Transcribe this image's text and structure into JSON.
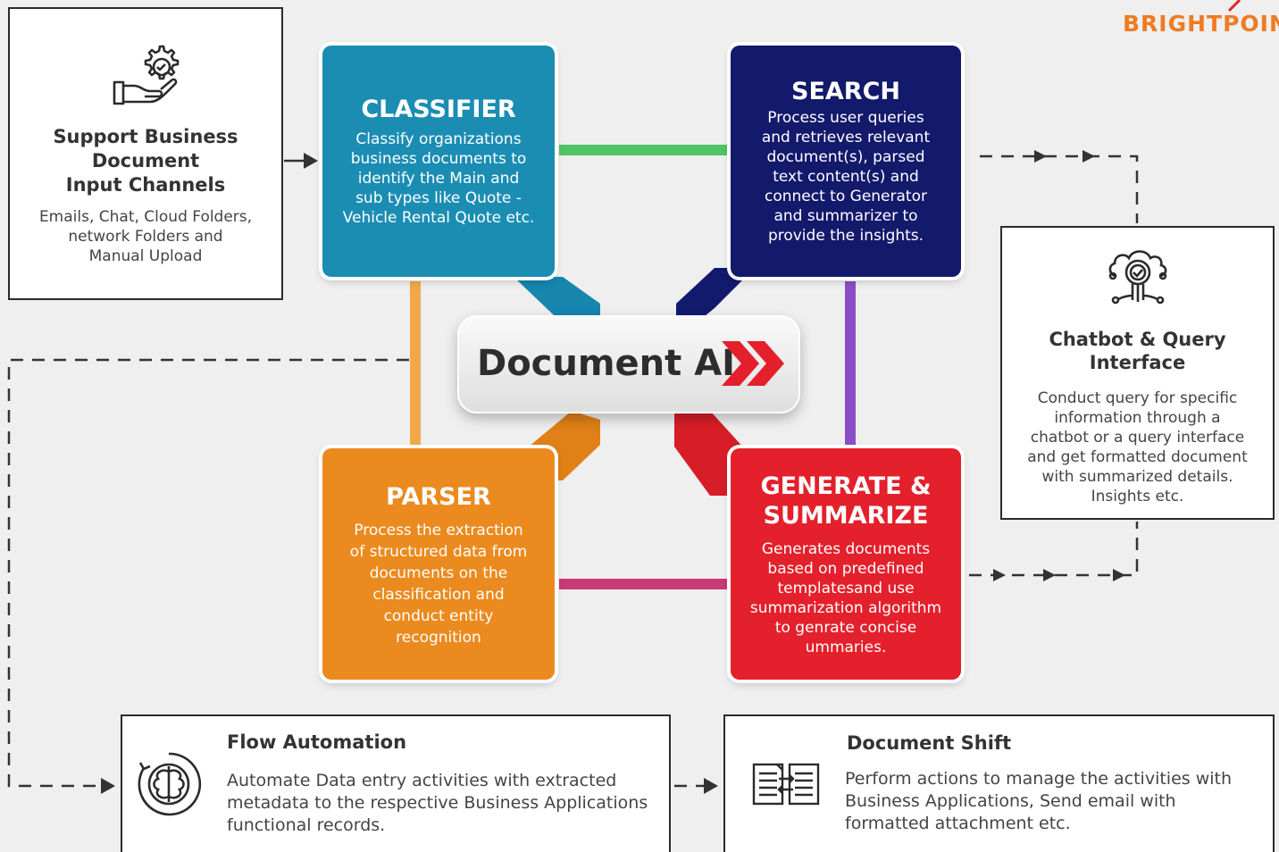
{
  "brand": "BRIGHTPOIN",
  "center": {
    "label": "Document AI"
  },
  "input_box": {
    "title_lines": [
      "Support Business",
      "Document",
      "Input Channels"
    ],
    "desc_lines": [
      "Emails, Chat, Cloud Folders,",
      "network Folders and",
      "Manual Upload"
    ]
  },
  "classifier": {
    "title": "CLASSIFIER",
    "desc_lines": [
      "Classify organizations",
      "business documents to",
      "identify the Main and",
      "sub  types like Quote -",
      "Vehicle Rental Quote etc."
    ],
    "color": "#1b8db3"
  },
  "search": {
    "title": "SEARCH",
    "desc_lines": [
      "Process user queries",
      "and retrieves relevant",
      "document(s), parsed",
      "text content(s) and",
      "connect to Generator",
      "and summarizer to",
      "provide the insights."
    ],
    "color": "#13196b"
  },
  "parser": {
    "title": "PARSER",
    "desc_lines": [
      "Process the extraction",
      "of structured data from",
      "documents  on the",
      "classification and",
      "conduct entity",
      "recognition"
    ],
    "color": "#eb8a1e"
  },
  "generate": {
    "title_lines": [
      "GENERATE &",
      "SUMMARIZE"
    ],
    "desc_lines": [
      "Generates documents",
      "based on predefined",
      "templatesand use",
      "summarization algorithm",
      "to genrate concise",
      "ummaries."
    ],
    "color": "#e3202b"
  },
  "chatbot": {
    "title_lines": [
      "Chatbot & Query",
      "Interface"
    ],
    "desc_lines": [
      "Conduct query for specific",
      "information through a",
      "chatbot or a query interface",
      "and get formatted document",
      "with summarized details.",
      "Insights etc."
    ]
  },
  "flow": {
    "title": "Flow Automation",
    "desc_lines": [
      "Automate Data entry activities with extracted",
      "metadata to the respective Business Applications",
      "functional records."
    ]
  },
  "shift": {
    "title": "Document Shift",
    "desc_lines": [
      "Perform actions to manage the activities with",
      "Business Applications, Send email with",
      "formatted attachment etc."
    ]
  },
  "icons": {
    "input": "hand-gear-icon",
    "chatbot": "chatbot-cloud-icon",
    "flow": "brain-gear-icon",
    "shift": "document-transfer-icon",
    "center": "double-chevron-icon"
  }
}
